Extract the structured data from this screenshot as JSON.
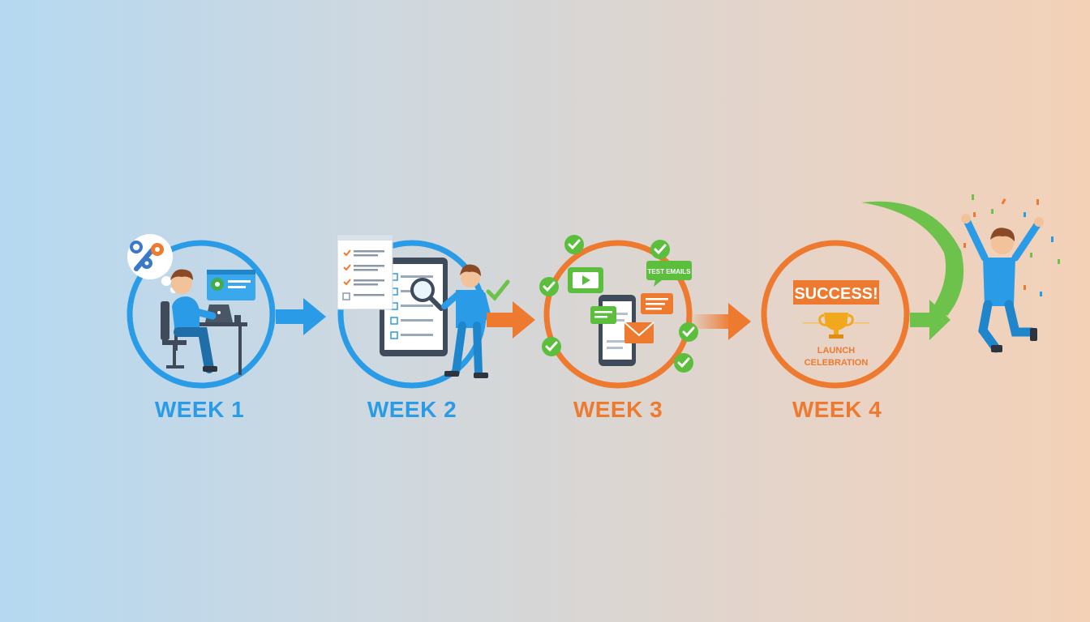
{
  "steps": [
    {
      "label": "WEEK 1"
    },
    {
      "label": "WEEK 2"
    },
    {
      "label": "WEEK 3",
      "bubble": "TEST EMAILS"
    },
    {
      "label": "WEEK 4",
      "banner": "SUCCESS!",
      "caption_line1": "LAUNCH",
      "caption_line2": "CELEBRATION"
    }
  ],
  "colors": {
    "blue": "#2a9be6",
    "orange": "#ee7a30",
    "green": "#6cc24a",
    "check_green": "#5bbf3d"
  }
}
